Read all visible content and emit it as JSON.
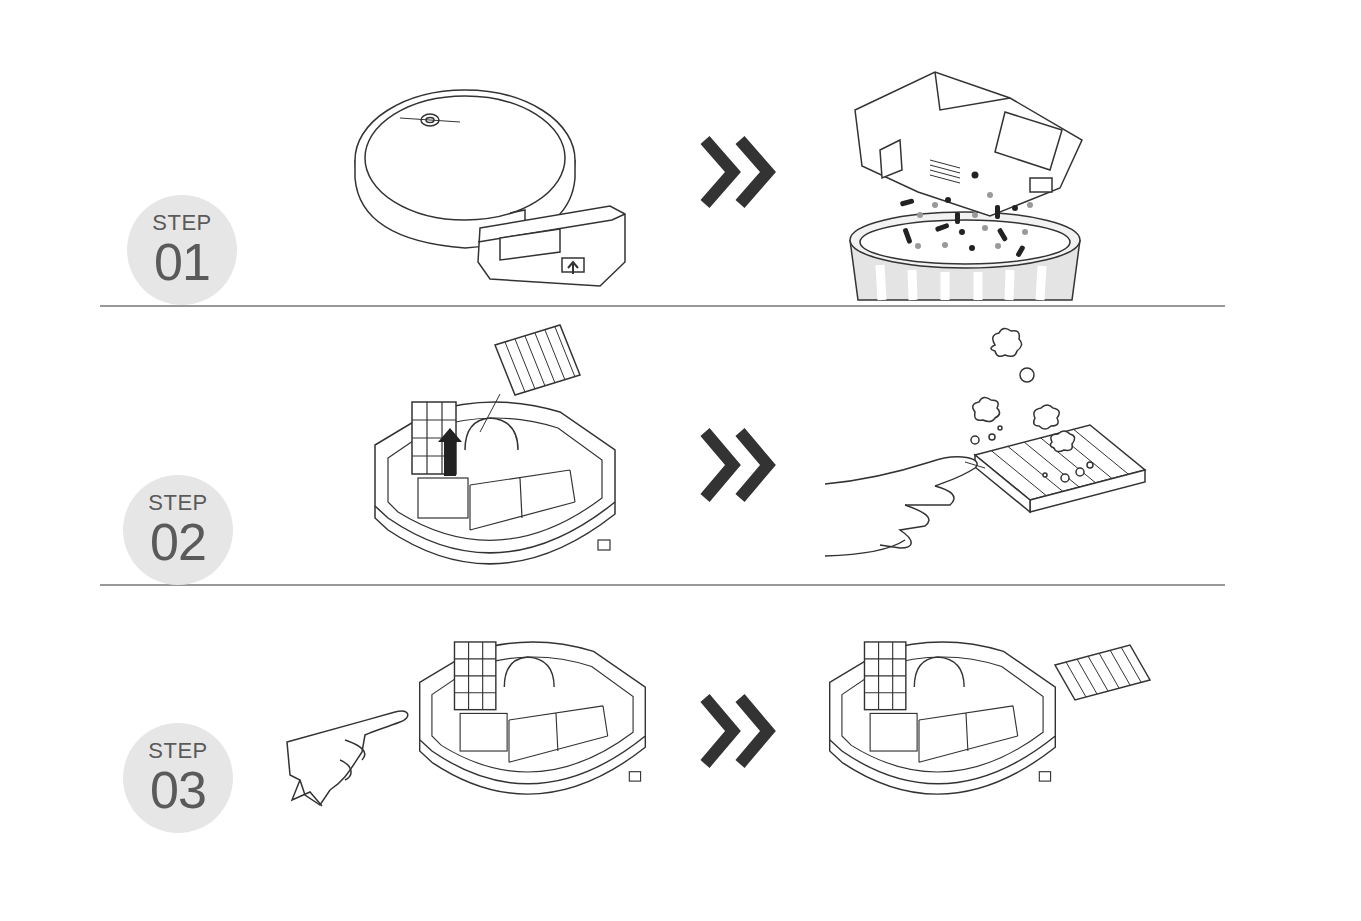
{
  "diagram": {
    "nodes": [
      {
        "text": [
          "STEP",
          "01"
        ]
      },
      {
        "text": [
          "STEP",
          "02"
        ]
      },
      {
        "text": [
          "STEP",
          "03"
        ]
      }
    ]
  }
}
